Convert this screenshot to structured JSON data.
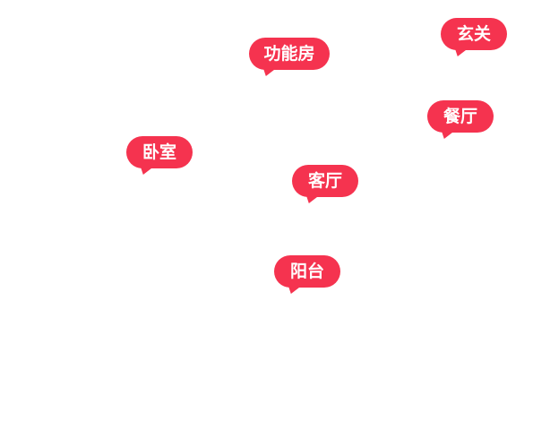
{
  "accent_color": "#f5334f",
  "rooms": [
    {
      "label": "玄关"
    },
    {
      "label": "功能房"
    },
    {
      "label": "餐厅"
    },
    {
      "label": "卧室"
    },
    {
      "label": "客厅"
    },
    {
      "label": "阳台"
    }
  ]
}
